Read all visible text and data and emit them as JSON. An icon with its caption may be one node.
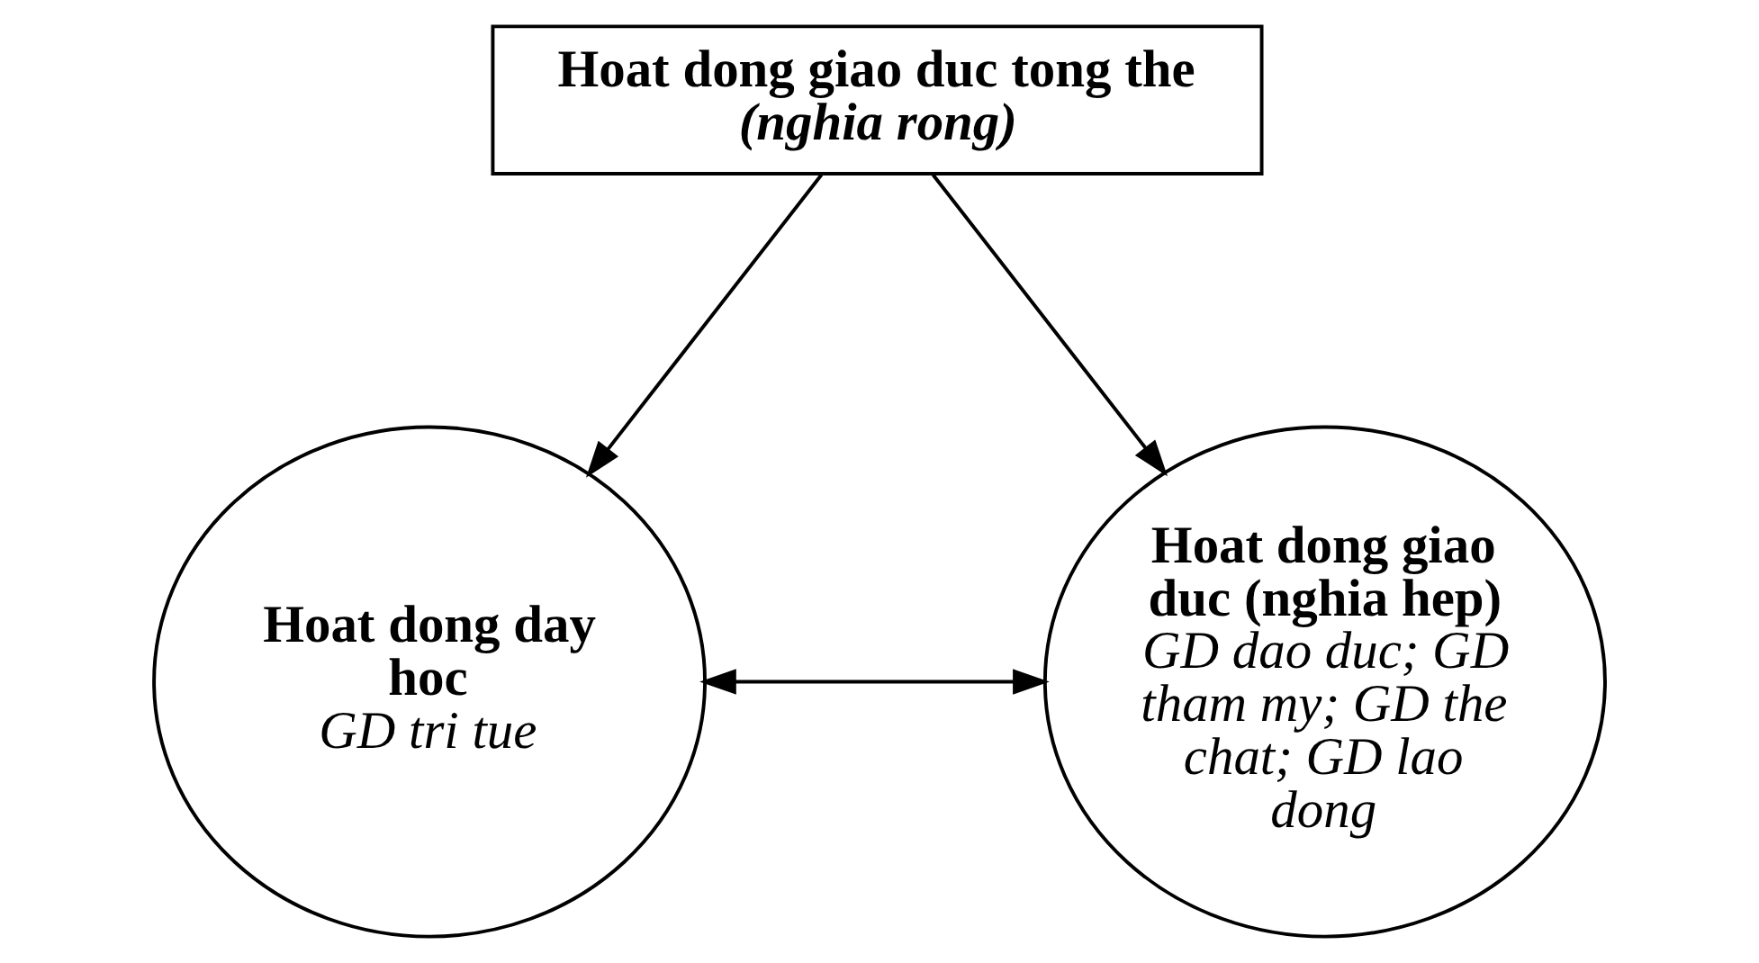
{
  "diagram": {
    "nodes": [
      {
        "text": [
          "Hoat dong giao duc tong the",
          "(nghia rong)"
        ]
      },
      {
        "text": [
          "Hoat dong day hoc",
          "GD tri tue"
        ]
      },
      {
        "text": [
          "Hoat dong giao duc (nghia hep)",
          "GD dao duc; GD tham my; GD the chat; GD lao dong"
        ]
      }
    ],
    "edges": [
      {
        "from": 0,
        "to": 1,
        "arrow": "to"
      },
      {
        "from": 0,
        "to": 2,
        "arrow": "to"
      },
      {
        "from": 1,
        "to": 2,
        "arrow": "both"
      }
    ]
  }
}
